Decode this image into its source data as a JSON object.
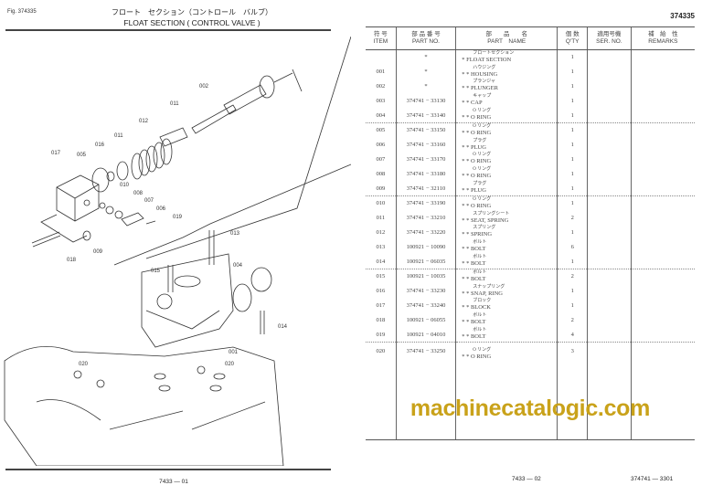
{
  "left_page": {
    "fig_label": "Fig. 374335",
    "title_jp": "フロート　セクション（コントロール　バルブ）",
    "title_en": "FLOAT SECTION ( CONTROL VALVE )",
    "footer": "7433 — 01",
    "callouts": [
      "002",
      "011",
      "012",
      "011",
      "016",
      "005",
      "017",
      "010",
      "008",
      "007",
      "006",
      "019",
      "013",
      "009",
      "018",
      "015",
      "004",
      "014",
      "001",
      "020",
      "020"
    ]
  },
  "right_page": {
    "page_number": "374335",
    "headers": [
      {
        "jp": "符 号",
        "en": "ITEM"
      },
      {
        "jp": "部 品 番 号",
        "en": "PART NO."
      },
      {
        "jp": "部　　品　　名",
        "en": "PART　NAME"
      },
      {
        "jp": "個 数",
        "en": "Q'TY"
      },
      {
        "jp": "適用号機",
        "en": "SER. NO."
      },
      {
        "jp": "補　給　性",
        "en": "REMARKS"
      }
    ],
    "rows": [
      {
        "item": "",
        "part_no": "*",
        "kana": "フロートセクション",
        "name": "* FLOAT SECTION",
        "qty": "1"
      },
      {
        "item": "001",
        "part_no": "*",
        "kana": "ハウジング",
        "name": "* * HOUSING",
        "qty": "1"
      },
      {
        "item": "002",
        "part_no": "*",
        "kana": "プランジャ",
        "name": "* * PLUNGER",
        "qty": "1"
      },
      {
        "item": "003",
        "part_no": "374741 − 33130",
        "kana": "キャップ",
        "name": "* * CAP",
        "qty": "1"
      },
      {
        "item": "004",
        "part_no": "374741 − 33140",
        "kana": "O リング",
        "name": "* * O RING",
        "qty": "1"
      },
      {
        "item": "005",
        "part_no": "374741 − 33150",
        "kana": "O リング",
        "name": "* * O RING",
        "qty": "1",
        "sep": true
      },
      {
        "item": "006",
        "part_no": "374741 − 33160",
        "kana": "プラグ",
        "name": "* * PLUG",
        "qty": "1"
      },
      {
        "item": "007",
        "part_no": "374741 − 33170",
        "kana": "O リング",
        "name": "* * O RING",
        "qty": "1"
      },
      {
        "item": "008",
        "part_no": "374741 − 33180",
        "kana": "O リング",
        "name": "* * O RING",
        "qty": "1"
      },
      {
        "item": "009",
        "part_no": "374741 − 32110",
        "kana": "プラグ",
        "name": "* * PLUG",
        "qty": "1"
      },
      {
        "item": "010",
        "part_no": "374741 − 33190",
        "kana": "O リング",
        "name": "* * O RING",
        "qty": "1",
        "sep": true
      },
      {
        "item": "011",
        "part_no": "374741 − 33210",
        "kana": "スプリングシート",
        "name": "* * SEAT, SPRING",
        "qty": "2"
      },
      {
        "item": "012",
        "part_no": "374741 − 33220",
        "kana": "スプリング",
        "name": "* * SPRING",
        "qty": "1"
      },
      {
        "item": "013",
        "part_no": "100921 − 10090",
        "kana": "ボルト",
        "name": "* * BOLT",
        "qty": "6"
      },
      {
        "item": "014",
        "part_no": "100921 − 06035",
        "kana": "ボルト",
        "name": "* * BOLT",
        "qty": "1"
      },
      {
        "item": "015",
        "part_no": "100921 − 10035",
        "kana": "ボルト",
        "name": "* * BOLT",
        "qty": "2",
        "sep": true
      },
      {
        "item": "016",
        "part_no": "374741 − 33230",
        "kana": "スナップリング",
        "name": "* * SNAP, RING",
        "qty": "1"
      },
      {
        "item": "017",
        "part_no": "374741 − 33240",
        "kana": "ブロック",
        "name": "* * BLOCK",
        "qty": "1"
      },
      {
        "item": "018",
        "part_no": "100921 − 06055",
        "kana": "ボルト",
        "name": "* * BOLT",
        "qty": "2"
      },
      {
        "item": "019",
        "part_no": "100921 − 04010",
        "kana": "ボルト",
        "name": "* * BOLT",
        "qty": "4"
      },
      {
        "item": "020",
        "part_no": "374741 − 33250",
        "kana": "O リング",
        "name": "* * O RING",
        "qty": "3",
        "sep": true
      }
    ],
    "footer_page": "7433 — 02",
    "footer_code": "374741 — 3301"
  },
  "watermark": "machinecatalogic.com",
  "colors": {
    "watermark": "#c9a21a"
  }
}
